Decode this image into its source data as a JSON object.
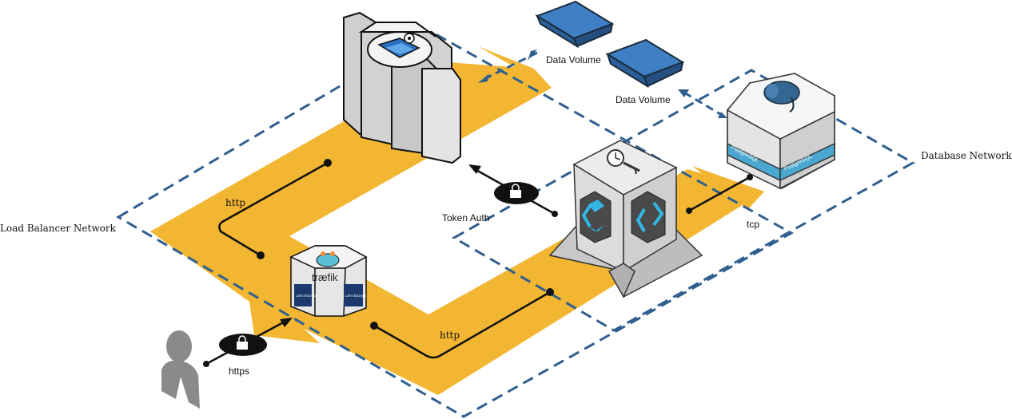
{
  "networks": {
    "load_balancer": "Load Balancer Network",
    "database": "Database Network"
  },
  "volumes": {
    "top": "Data Volume",
    "bottom": "Data Volume"
  },
  "connections": {
    "https": "https",
    "http_upper": "http",
    "http_lower": "http",
    "token_auth": "Token Auth",
    "tcp": "tcp"
  },
  "logos": {
    "traefik": "træfik",
    "letsencrypt_left": "Let's Encrypt",
    "letsencrypt_right": "Let's Encrypt",
    "postgres_left": "PostgreSQL",
    "postgres_right": "PostgreSQL"
  },
  "colors": {
    "network_dash": "#2f5f8f",
    "flow": "#f2b632",
    "volume": "#3f7fc4",
    "server_gray": "#d7d7d7",
    "postgres_band": "#4aa8d0",
    "keycloak_blue": "#33b5e5"
  }
}
